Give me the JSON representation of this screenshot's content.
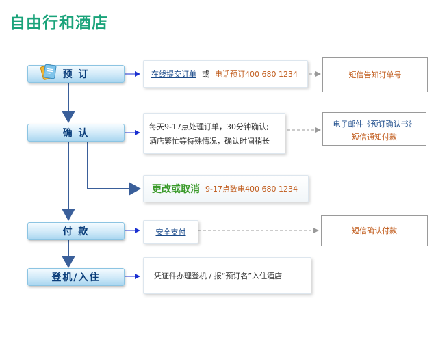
{
  "title": "自由行和酒店",
  "steps": [
    {
      "label": "预 订"
    },
    {
      "label": "确 认"
    },
    {
      "label": "付 款"
    },
    {
      "label": "登机/入住"
    }
  ],
  "book": {
    "online": "在线提交订单",
    "or": "或",
    "phone": "电话预订400 680 1234",
    "sms": "短信告知订单号"
  },
  "confirm": {
    "line1": "每天9-17点处理订单，30分钟确认;",
    "line2": "酒店繁忙等特殊情况，确认时间稍长",
    "notice1": "电子邮件《预订确认书》",
    "notice2": "短信通知付款"
  },
  "change": {
    "label": "更改或取消",
    "phone": "9-17点致电400 680 1234"
  },
  "pay": {
    "secure": "安全支付",
    "sms": "短信确认付款"
  },
  "checkin": {
    "text": "凭证件办理登机 / 报“预订名”入住酒店"
  },
  "colors": {
    "title": "#1aa37a",
    "flow_arrow": "#3a5f9a",
    "connector": "#1a2fd0",
    "accent": "#c05a1a"
  }
}
